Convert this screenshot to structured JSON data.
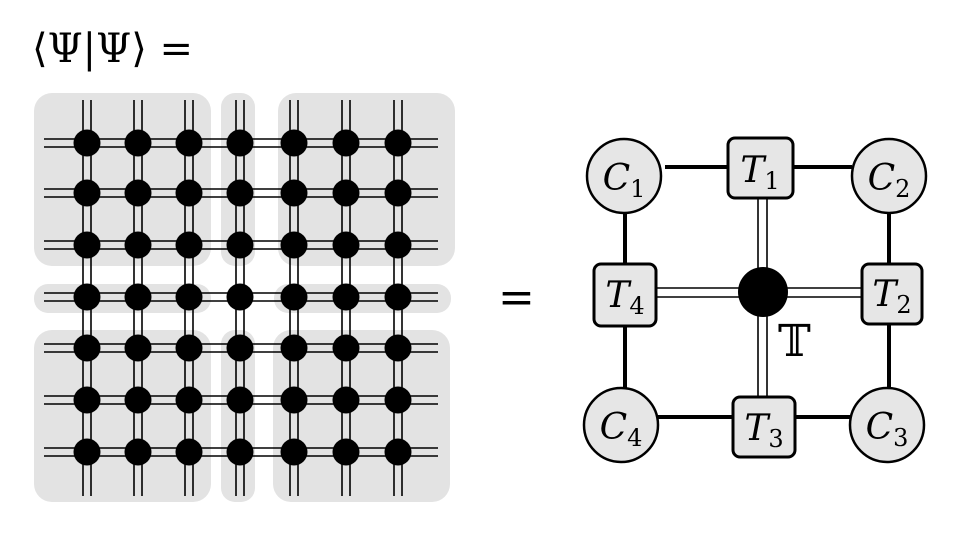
{
  "equation": {
    "lhs": "⟨Ψ|Ψ⟩ =",
    "equals": "="
  },
  "lattice": {
    "rows": 7,
    "cols": 7,
    "site_color": "#000000",
    "tile_color": "#e3e3e3"
  },
  "ctm": {
    "corners": [
      {
        "name": "C1",
        "letter": "C",
        "sub": "1"
      },
      {
        "name": "C2",
        "letter": "C",
        "sub": "2"
      },
      {
        "name": "C3",
        "letter": "C",
        "sub": "3"
      },
      {
        "name": "C4",
        "letter": "C",
        "sub": "4"
      }
    ],
    "edges": [
      {
        "name": "T1",
        "letter": "T",
        "sub": "1"
      },
      {
        "name": "T2",
        "letter": "T",
        "sub": "2"
      },
      {
        "name": "T3",
        "letter": "T",
        "sub": "3"
      },
      {
        "name": "T4",
        "letter": "T",
        "sub": "4"
      }
    ],
    "center_label": "𝕋",
    "env_fill": "#e6e6e6"
  }
}
